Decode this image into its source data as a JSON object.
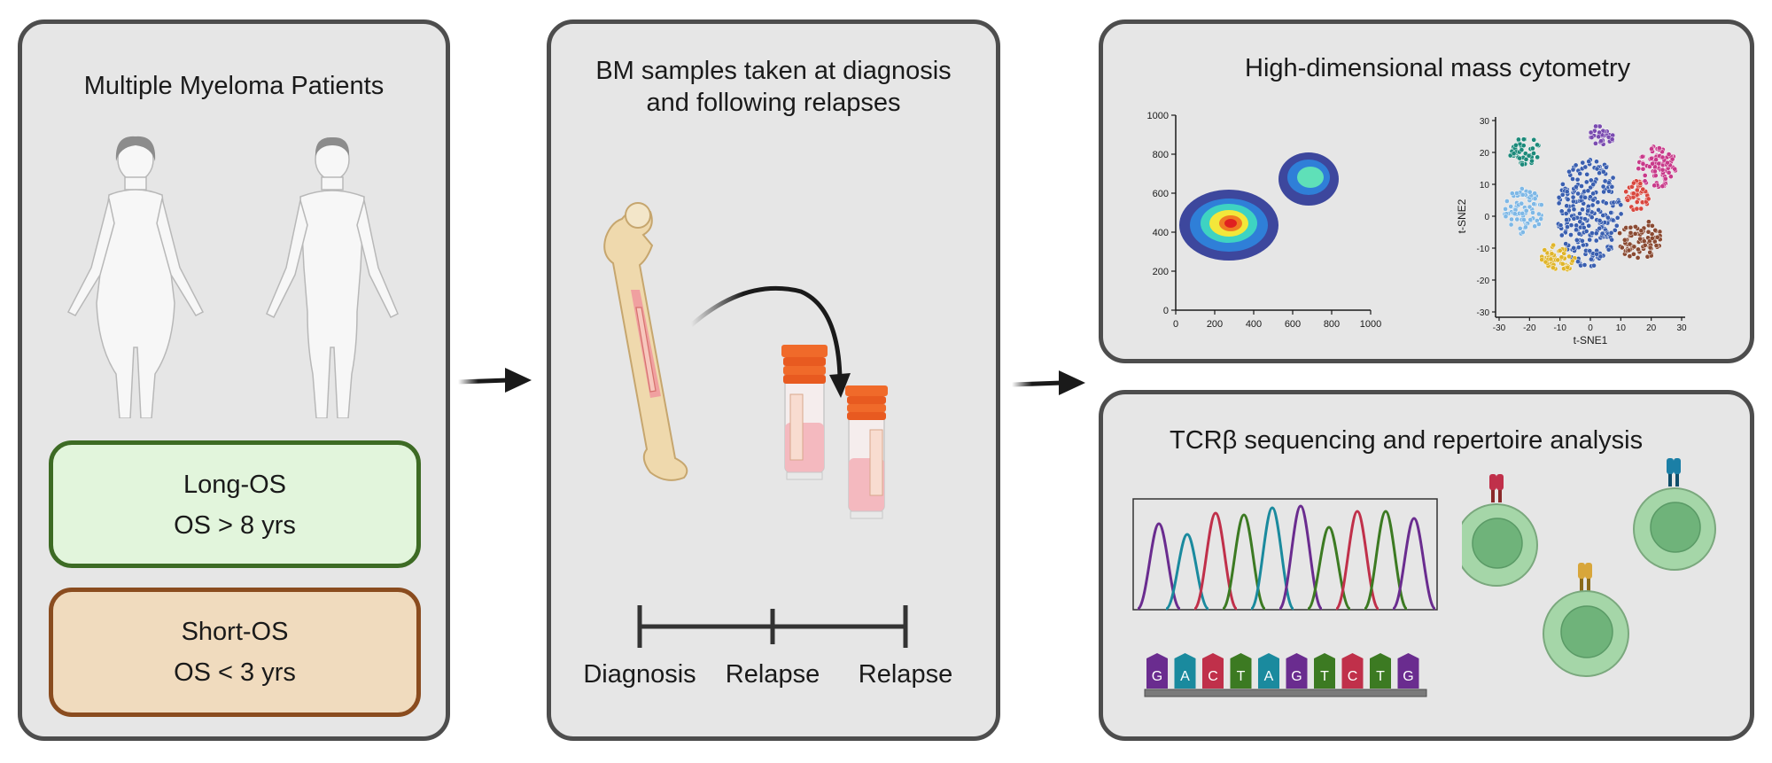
{
  "patients_panel": {
    "title": "Multiple Myeloma Patients",
    "long_os": {
      "label": "Long-OS",
      "criterion": "OS > 8 yrs",
      "fill": "#e2f5dc",
      "border": "#3d6b24"
    },
    "short_os": {
      "label": "Short-OS",
      "criterion": "OS < 3 yrs",
      "fill": "#f0dbbe",
      "border": "#8a4c1f"
    }
  },
  "samples_panel": {
    "title_line1": "BM samples taken at diagnosis",
    "title_line2": "and following relapses",
    "timeline": [
      "Diagnosis",
      "Relapse",
      "Relapse"
    ]
  },
  "cytometry_panel": {
    "title": "High-dimensional mass cytometry",
    "density_plot": {
      "x_ticks": [
        "0",
        "200",
        "400",
        "600",
        "800",
        "1000"
      ],
      "y_ticks": [
        "0",
        "200",
        "400",
        "600",
        "800",
        "1000"
      ]
    },
    "tsne_plot": {
      "xlabel": "t-SNE1",
      "ylabel": "t-SNE2",
      "x_ticks": [
        "-30",
        "-20",
        "-10",
        "0",
        "10",
        "20",
        "30"
      ],
      "y_ticks": [
        "-30",
        "-20",
        "-10",
        "0",
        "10",
        "20",
        "30"
      ]
    }
  },
  "tcr_panel": {
    "title": "TCRβ sequencing and repertoire analysis",
    "sequence": [
      "G",
      "A",
      "C",
      "T",
      "A",
      "G",
      "T",
      "C",
      "T",
      "G"
    ]
  },
  "colors": {
    "base_G": "#6a2c8f",
    "base_A": "#1a8a9e",
    "base_C": "#c0304a",
    "base_T": "#3c7a22",
    "panel_bg": "#e6e6e6",
    "panel_border": "#4d4d4d"
  }
}
